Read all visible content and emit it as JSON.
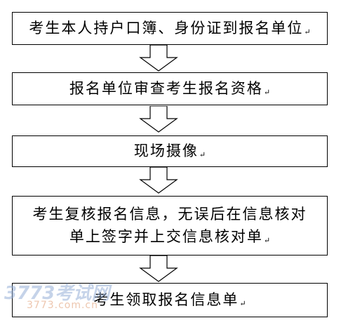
{
  "return_mark": "↵",
  "steps": [
    {
      "text": "考生本人持户口簿、身份证到报名单位"
    },
    {
      "text": "报名单位审查考生报名资格"
    },
    {
      "text": "现场摄像"
    },
    {
      "line1": "考生复核报名信息，无误后在信息核对",
      "line2": "单上签字并上交信息核对单"
    },
    {
      "text": "考生领取报名信息单"
    }
  ],
  "watermark": {
    "logo": "3773考试网",
    "url": "3773.com.cn"
  }
}
